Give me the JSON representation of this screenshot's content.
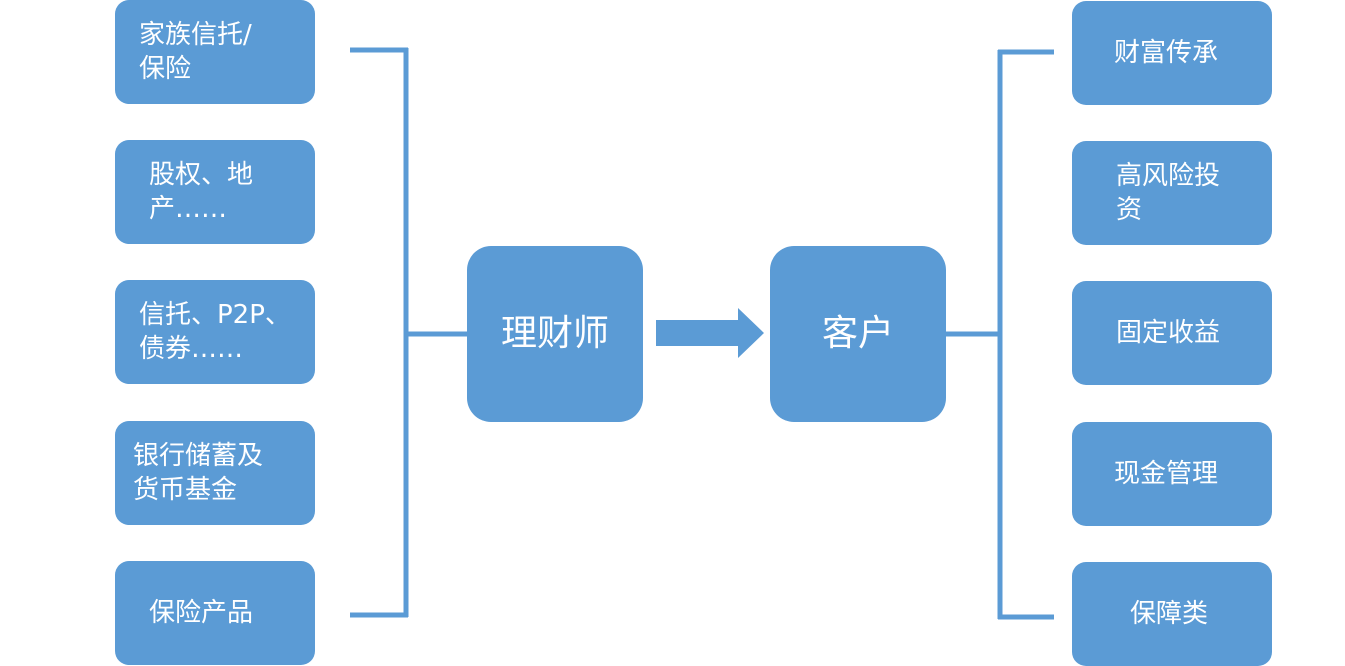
{
  "colors": {
    "box_fill": "#5b9bd5",
    "text": "#ffffff",
    "connector": "#5b9bd5",
    "background": "#ffffff"
  },
  "left_items": [
    {
      "label": "家族信托/\n保险"
    },
    {
      "label": "股权、地\n产……"
    },
    {
      "label": "信托、P2P、\n债券……"
    },
    {
      "label": "银行储蓄及\n货币基金"
    },
    {
      "label": "保险产品"
    }
  ],
  "center": {
    "advisor": "理财师",
    "client": "客户",
    "arrow_icon": "right-arrow-icon"
  },
  "right_items": [
    {
      "label": "财富传承"
    },
    {
      "label": "高风险投\n资"
    },
    {
      "label": "固定收益"
    },
    {
      "label": "现金管理"
    },
    {
      "label": "保障类"
    }
  ]
}
